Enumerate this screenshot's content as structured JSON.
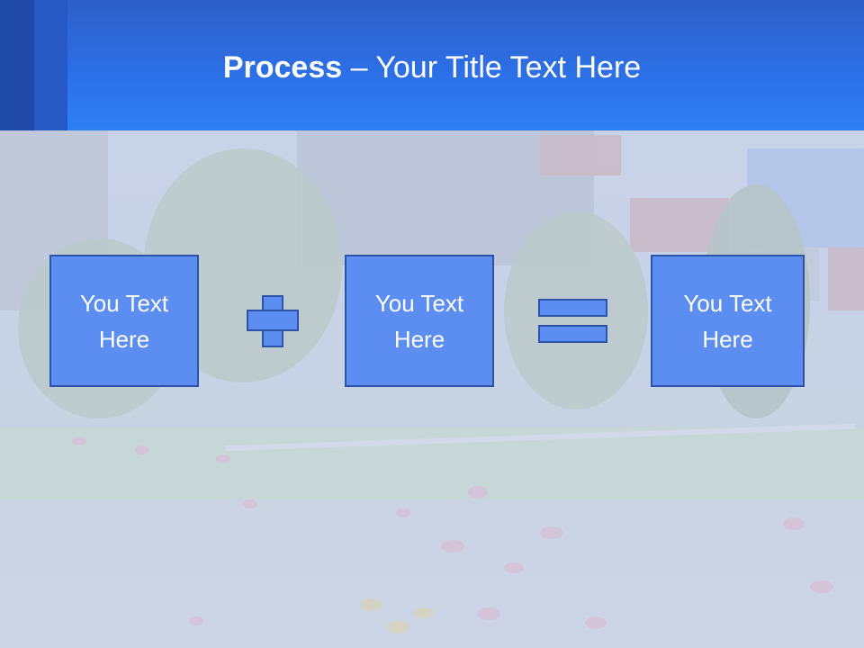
{
  "header": {
    "title_bold": "Process",
    "title_rest": " – Your Title Text Here"
  },
  "process": {
    "box1": "You Text Here",
    "box2": "You Text Here",
    "box3": "You Text Here",
    "operator1": "plus-icon",
    "operator2": "equals-icon"
  },
  "colors": {
    "header_blue": "#2c6fe6",
    "box_fill": "#5b8ef0",
    "box_border": "#2c53a8"
  }
}
